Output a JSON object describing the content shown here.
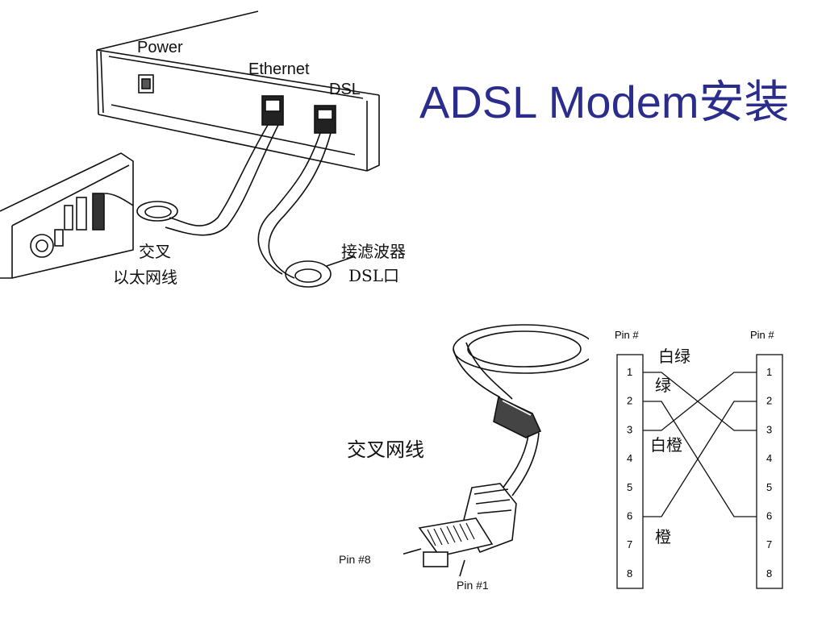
{
  "title": "ADSL Modem安装",
  "modem": {
    "power_label": "Power",
    "ethernet_label": "Ethernet",
    "dsl_label": "DSL"
  },
  "annotations": {
    "crossover_ethernet_line1": "交叉",
    "crossover_ethernet_line2": "以太网线",
    "filter_line1": "接滤波器",
    "filter_line2": "DSL口",
    "crossover_cable": "交叉网线"
  },
  "connector": {
    "pin8_label": "Pin #8",
    "pin1_label": "Pin #1"
  },
  "pinout": {
    "left_header": "Pin #",
    "right_header": "Pin #",
    "left_pins": [
      "1",
      "2",
      "3",
      "4",
      "5",
      "6",
      "7",
      "8"
    ],
    "right_pins": [
      "1",
      "2",
      "3",
      "4",
      "5",
      "6",
      "7",
      "8"
    ],
    "wire_labels": [
      "白绿",
      "绿",
      "白橙",
      "橙"
    ]
  }
}
